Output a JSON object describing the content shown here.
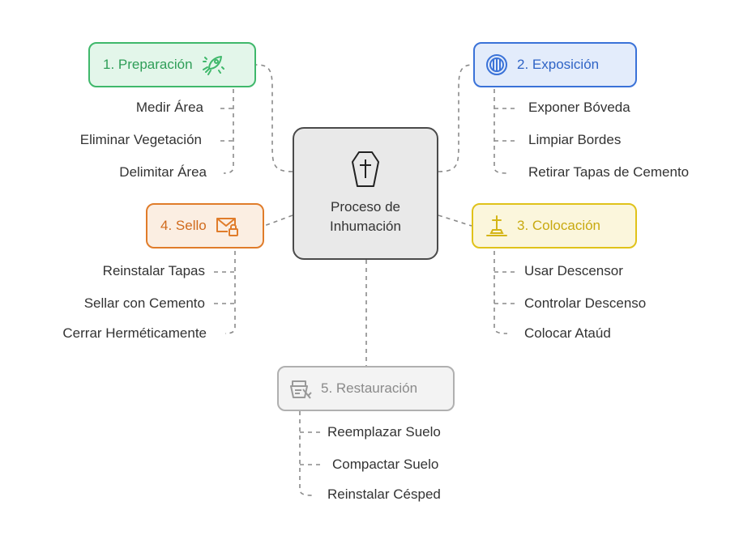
{
  "title": "Proceso de Inhumación",
  "branches": {
    "preparacion": {
      "label": "1. Preparación",
      "icon": "rocket-icon",
      "color": "#3fb86b",
      "items": [
        "Medir Área",
        "Eliminar Vegetación",
        "Delimitar Área"
      ]
    },
    "exposicion": {
      "label": "2. Exposición",
      "icon": "vault-icon",
      "color": "#3a72d8",
      "items": [
        "Exponer Bóveda",
        "Limpiar Bordes",
        "Retirar Tapas de Cemento"
      ]
    },
    "colocacion": {
      "label": "3. Colocación",
      "icon": "grave-cross-icon",
      "color": "#e0c21a",
      "items": [
        "Usar Descensor",
        "Controlar Descenso",
        "Colocar Ataúd"
      ]
    },
    "sello": {
      "label": "4. Sello",
      "icon": "sealed-envelope-icon",
      "color": "#e07c2a",
      "items": [
        "Reinstalar Tapas",
        "Sellar con Cemento",
        "Cerrar Herméticamente"
      ]
    },
    "restauracion": {
      "label": "5. Restauración",
      "icon": "soil-shovel-icon",
      "color": "#a0a0a0",
      "items": [
        "Reemplazar Suelo",
        "Compactar Suelo",
        "Reinstalar Césped"
      ]
    }
  }
}
